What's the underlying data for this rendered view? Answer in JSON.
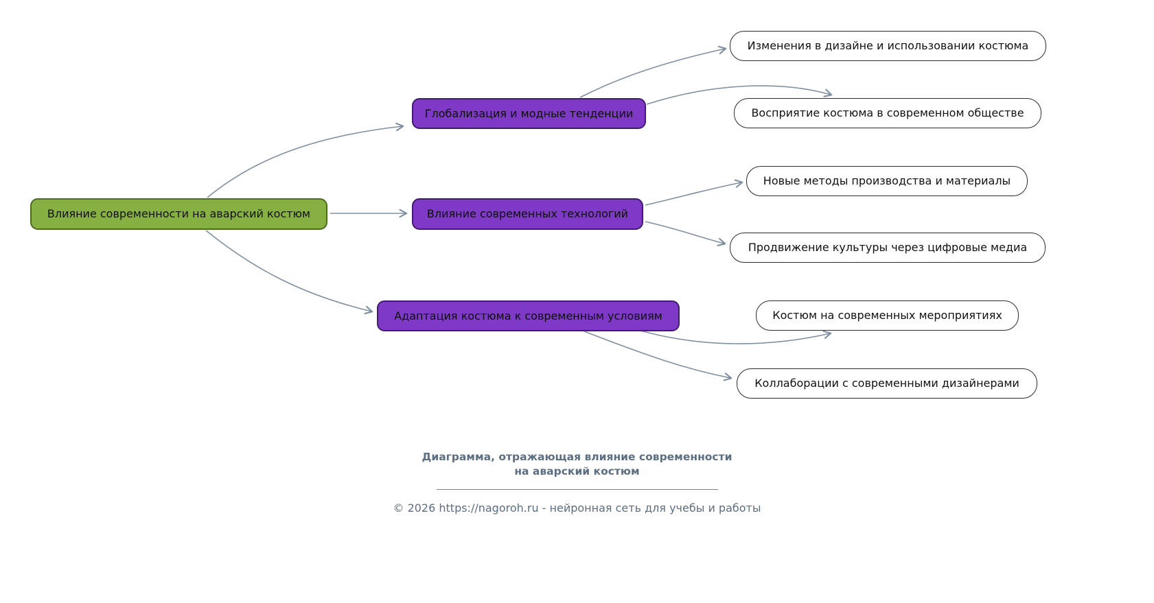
{
  "diagram": {
    "root": {
      "label": "Влияние современности на аварский костюм"
    },
    "branches": [
      {
        "label": "Глобализация и модные тенденции",
        "children": [
          {
            "label": "Изменения в дизайне и использовании костюма"
          },
          {
            "label": "Восприятие костюма в современном обществе"
          }
        ]
      },
      {
        "label": "Влияние современных технологий",
        "children": [
          {
            "label": "Новые методы производства и материалы"
          },
          {
            "label": "Продвижение культуры через цифровые медиа"
          }
        ]
      },
      {
        "label": "Адаптация костюма к современным условиям",
        "children": [
          {
            "label": "Костюм на современных мероприятиях"
          },
          {
            "label": "Коллаборации с современными дизайнерами"
          }
        ]
      }
    ],
    "colors": {
      "root_fill": "#86b042",
      "root_border": "#4c6b1f",
      "branch_fill": "#7e3ac6",
      "branch_border": "#411a6e",
      "leaf_fill": "#ffffff",
      "leaf_border": "#2b2b2b",
      "edge": "#7f8fa0",
      "footer_text": "#5c6e81"
    }
  },
  "footer": {
    "caption_line1": "Диаграмма, отражающая влияние современности",
    "caption_line2": "на аварский костюм",
    "copyright": "© 2026 https://nagoroh.ru - нейронная сеть для учебы и работы"
  }
}
